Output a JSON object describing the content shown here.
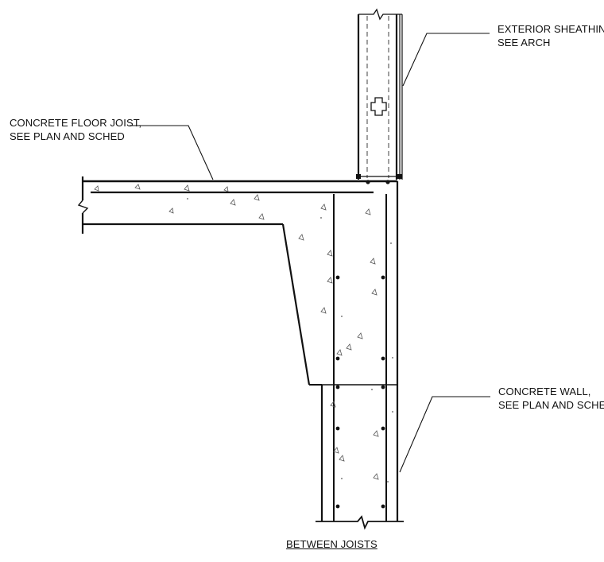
{
  "callouts": {
    "sheathing": {
      "line1": "EXTERIOR SHEATHING,",
      "line2": "SEE ARCH"
    },
    "joist": {
      "line1": "CONCRETE FLOOR JOIST,",
      "line2": "SEE PLAN AND SCHED"
    },
    "wall": {
      "line1": "CONCRETE WALL,",
      "line2": "SEE PLAN AND SCHED"
    }
  },
  "caption": "BETWEEN JOISTS",
  "colors": {
    "line": "#111111",
    "light_line": "#555555",
    "background": "#ffffff"
  }
}
